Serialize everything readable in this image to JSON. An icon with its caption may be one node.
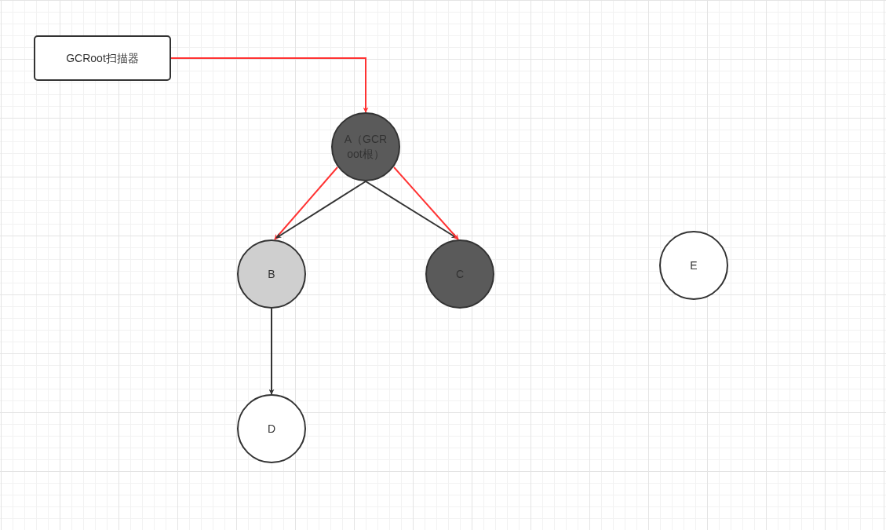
{
  "diagram": {
    "nodes": [
      {
        "text": [
          "GCRoot扫描器"
        ]
      },
      {
        "text": [
          "A（GCRoot根）"
        ]
      },
      {
        "text": [
          "B"
        ]
      },
      {
        "text": [
          "C"
        ]
      },
      {
        "text": [
          "D"
        ]
      },
      {
        "text": [
          "E"
        ]
      }
    ],
    "edges": [
      {
        "from": 0,
        "to": 1,
        "arrow": "to",
        "color": "#ff3333"
      },
      {
        "from": 1,
        "to": 2,
        "arrow": "to",
        "color": "#ff3333"
      },
      {
        "from": 1,
        "to": 2,
        "arrow": "to",
        "color": "#333333"
      },
      {
        "from": 1,
        "to": 3,
        "arrow": "to",
        "color": "#333333"
      },
      {
        "from": 1,
        "to": 3,
        "arrow": "to",
        "color": "#ff3333"
      },
      {
        "from": 2,
        "to": 4,
        "arrow": "to",
        "color": "#333333"
      }
    ]
  }
}
